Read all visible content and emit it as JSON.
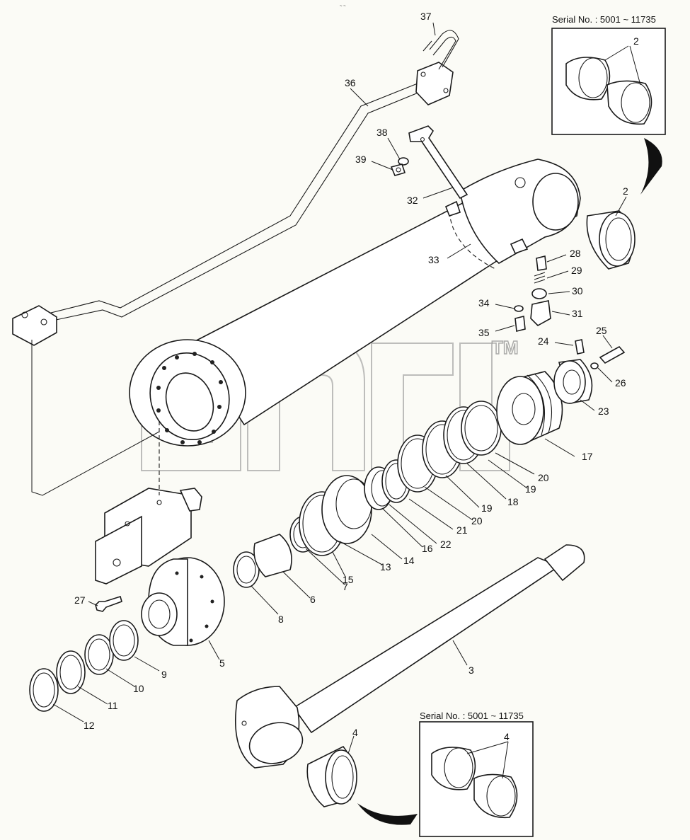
{
  "diagram": {
    "serial_box_top": "Serial No. : 5001 ~ 11735",
    "serial_box_bottom": "Serial No. : 5001 ~ 11735",
    "trademark": "TM",
    "callouts": {
      "c2a": "2",
      "c2b": "2",
      "c3": "3",
      "c4a": "4",
      "c4b": "4",
      "c5": "5",
      "c6": "6",
      "c7": "7",
      "c8": "8",
      "c9": "9",
      "c10": "10",
      "c11": "11",
      "c12": "12",
      "c13": "13",
      "c14": "14",
      "c15": "15",
      "c16": "16",
      "c17": "17",
      "c18": "18",
      "c19a": "19",
      "c19b": "19",
      "c20a": "20",
      "c20b": "20",
      "c21": "21",
      "c22": "22",
      "c23": "23",
      "c24": "24",
      "c25": "25",
      "c26": "26",
      "c27": "27",
      "c28": "28",
      "c29": "29",
      "c30": "30",
      "c31": "31",
      "c32": "32",
      "c33": "33",
      "c34": "34",
      "c35": "35",
      "c36": "36",
      "c37": "37",
      "c38": "38",
      "c39": "39"
    }
  }
}
